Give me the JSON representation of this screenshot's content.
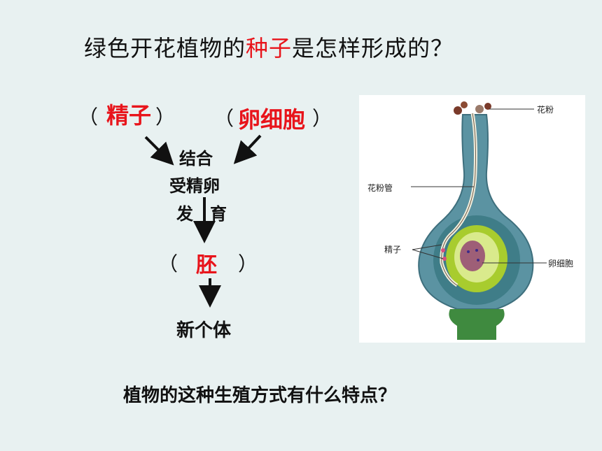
{
  "title": {
    "before": "绿色开花植物的",
    "highlight": "种子",
    "after": "是怎样形成的？"
  },
  "flow": {
    "sperm_answer": "精子",
    "egg_answer": "卵细胞",
    "combine": "结合",
    "zygote": "受精卵",
    "develop_1": "发",
    "develop_2": "育",
    "embryo_answer": "胚",
    "new_individual": "新个体",
    "paren_open": "（",
    "paren_close": "）"
  },
  "diagram": {
    "pollen": "花粉",
    "pollen_tube": "花粉管",
    "sperm": "精子",
    "egg_cell": "卵细胞"
  },
  "question": "植物的这种生殖方式有什么特点？",
  "colors": {
    "background": "#e8f1f1",
    "accent_red": "#e8141b"
  }
}
